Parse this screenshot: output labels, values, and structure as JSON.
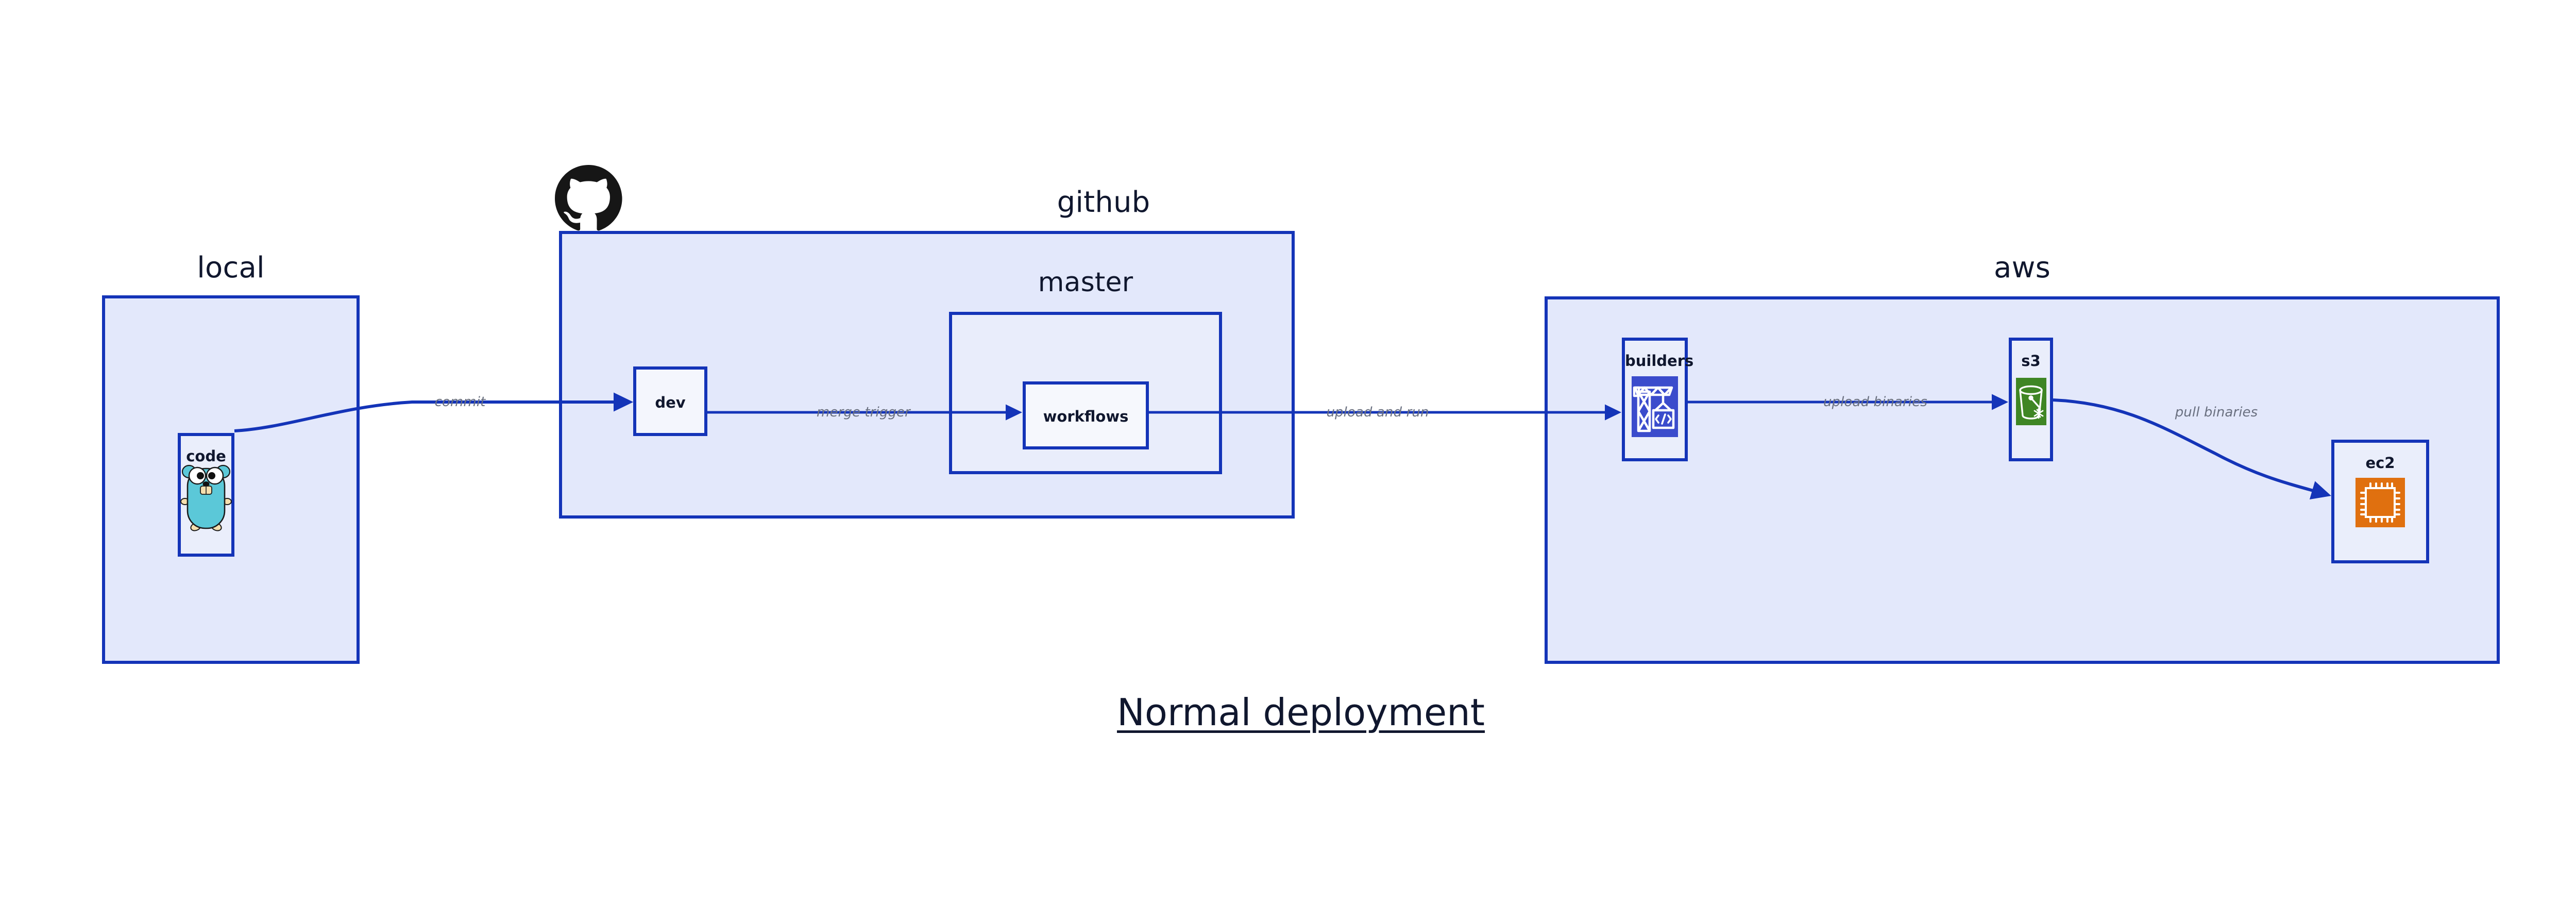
{
  "page": {
    "title": "Normal deployment",
    "background_color": "#ffffff",
    "accent_color": "#1434b8",
    "group_fill": "#e3e8fb",
    "node_fill": "#eaeefb",
    "label_color": "#6a7080"
  },
  "groups": [
    {
      "id": "local",
      "label": "local",
      "nodes": [
        {
          "id": "code",
          "label": "code",
          "icon": "go-gopher-icon"
        }
      ]
    },
    {
      "id": "github",
      "label": "github",
      "logo": "github-octocat-icon",
      "nodes": [
        {
          "id": "dev",
          "label": "dev",
          "icon": null
        }
      ],
      "subgroups": [
        {
          "id": "master",
          "label": "master",
          "nodes": [
            {
              "id": "workflows",
              "label": "workflows",
              "icon": null
            }
          ]
        }
      ]
    },
    {
      "id": "aws",
      "label": "aws",
      "nodes": [
        {
          "id": "builders",
          "label": "builders",
          "icon": "crane-code-icon",
          "icon_color": "#3b4ccc"
        },
        {
          "id": "s3",
          "label": "s3",
          "icon": "s3-bucket-icon",
          "icon_color": "#3f8624"
        },
        {
          "id": "ec2",
          "label": "ec2",
          "icon": "cpu-chip-icon",
          "icon_color": "#e0700f"
        }
      ]
    }
  ],
  "edges": [
    {
      "id": "commit",
      "label": "commit",
      "from": "code",
      "to": "dev"
    },
    {
      "id": "merge-trigger",
      "label": "merge trigger",
      "from": "dev",
      "to": "workflows"
    },
    {
      "id": "upload-and-run",
      "label": "upload and run",
      "from": "workflows",
      "to": "builders"
    },
    {
      "id": "upload-binaries",
      "label": "upload binaries",
      "from": "builders",
      "to": "s3"
    },
    {
      "id": "pull-binaries",
      "label": "pull binaries",
      "from": "s3",
      "to": "ec2"
    }
  ]
}
